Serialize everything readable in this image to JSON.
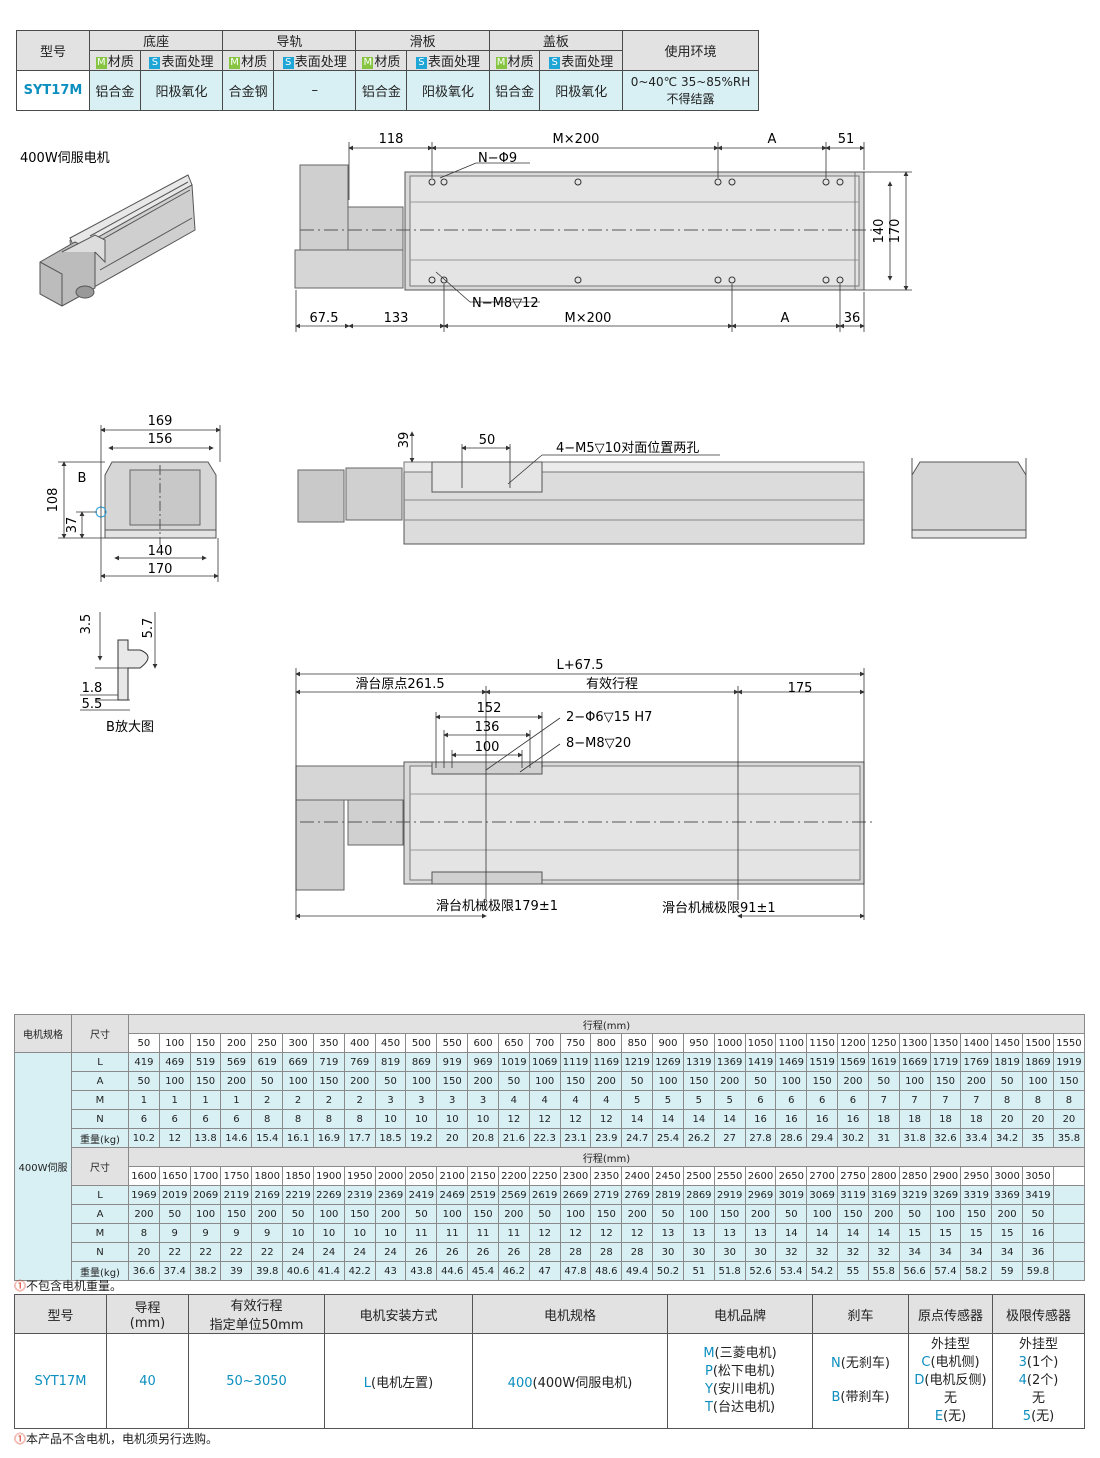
{
  "spec_table": {
    "headers": {
      "model": "型号",
      "base": "底座",
      "rail": "导轨",
      "slider": "滑板",
      "cover": "盖板",
      "env": "使用环境",
      "tag_m": "M",
      "tag_s": "S",
      "material": "材质",
      "surface": "表面处理"
    },
    "row": {
      "model": "SYT17M",
      "base_material": "铝合金",
      "base_surface": "阳极氧化",
      "rail_material": "合金钢",
      "rail_surface": "–",
      "slider_material": "铝合金",
      "slider_surface": "阳极氧化",
      "cover_material": "铝合金",
      "cover_surface": "阳极氧化",
      "env_line1": "0~40℃ 35~85%RH",
      "env_line2": "不得结露"
    }
  },
  "drawing": {
    "motor_caption": "400W伺服电机",
    "top_dims": {
      "d118": "118",
      "mx200_top": "M×200",
      "a_top": "A",
      "d51": "51",
      "n_phi9": "N−Φ9",
      "d140": "140",
      "d170": "170",
      "d67_5": "67.5",
      "d133": "133",
      "mx200_bot": "M×200",
      "a_bot": "A",
      "d36": "36",
      "n_m8": "N−M8▽12"
    },
    "side_dims": {
      "d169": "169",
      "d156": "156",
      "d108": "108",
      "d37": "37",
      "b": "B",
      "d140": "140",
      "d170": "170",
      "d39": "39",
      "d50": "50",
      "m5_note": "4−M5▽10对面位置两孔"
    },
    "detail_dims": {
      "d3_5": "3.5",
      "d5_7": "5.7",
      "d1_8": "1.8",
      "d5_5": "5.5",
      "caption": "B放大图"
    },
    "stroke_dims": {
      "l_plus": "L+67.5",
      "origin": "滑台原点261.5",
      "stroke": "有效行程",
      "d175": "175",
      "d152": "152",
      "d136": "136",
      "d100": "100",
      "phi6": "2−Φ6▽15 H7",
      "m8": "8−M8▽20",
      "limit_left": "滑台机械极限179±1",
      "limit_right": "滑台机械极限91±1"
    }
  },
  "dim_table": {
    "motor_spec_label": "电机规格",
    "size_label": "尺寸",
    "motor_value": "400W伺服",
    "stroke_label": "行程(mm)",
    "row_labels": [
      "L",
      "A",
      "M",
      "N",
      "重量(kg)"
    ],
    "block1": {
      "strokes": [
        "50",
        "100",
        "150",
        "200",
        "250",
        "300",
        "350",
        "400",
        "450",
        "500",
        "550",
        "600",
        "650",
        "700",
        "750",
        "800",
        "850",
        "900",
        "950",
        "1000",
        "1050",
        "1100",
        "1150",
        "1200",
        "1250",
        "1300",
        "1350",
        "1400",
        "1450",
        "1500",
        "1550"
      ],
      "L": [
        "419",
        "469",
        "519",
        "569",
        "619",
        "669",
        "719",
        "769",
        "819",
        "869",
        "919",
        "969",
        "1019",
        "1069",
        "1119",
        "1169",
        "1219",
        "1269",
        "1319",
        "1369",
        "1419",
        "1469",
        "1519",
        "1569",
        "1619",
        "1669",
        "1719",
        "1769",
        "1819",
        "1869",
        "1919"
      ],
      "A": [
        "50",
        "100",
        "150",
        "200",
        "50",
        "100",
        "150",
        "200",
        "50",
        "100",
        "150",
        "200",
        "50",
        "100",
        "150",
        "200",
        "50",
        "100",
        "150",
        "200",
        "50",
        "100",
        "150",
        "200",
        "50",
        "100",
        "150",
        "200",
        "50",
        "100",
        "150"
      ],
      "M": [
        "1",
        "1",
        "1",
        "1",
        "2",
        "2",
        "2",
        "2",
        "3",
        "3",
        "3",
        "3",
        "4",
        "4",
        "4",
        "4",
        "5",
        "5",
        "5",
        "5",
        "6",
        "6",
        "6",
        "6",
        "7",
        "7",
        "7",
        "7",
        "8",
        "8",
        "8"
      ],
      "N": [
        "6",
        "6",
        "6",
        "6",
        "8",
        "8",
        "8",
        "8",
        "10",
        "10",
        "10",
        "10",
        "12",
        "12",
        "12",
        "12",
        "14",
        "14",
        "14",
        "14",
        "16",
        "16",
        "16",
        "16",
        "18",
        "18",
        "18",
        "18",
        "20",
        "20",
        "20"
      ],
      "W": [
        "10.2",
        "12",
        "13.8",
        "14.6",
        "15.4",
        "16.1",
        "16.9",
        "17.7",
        "18.5",
        "19.2",
        "20",
        "20.8",
        "21.6",
        "22.3",
        "23.1",
        "23.9",
        "24.7",
        "25.4",
        "26.2",
        "27",
        "27.8",
        "28.6",
        "29.4",
        "30.2",
        "31",
        "31.8",
        "32.6",
        "33.4",
        "34.2",
        "35",
        "35.8"
      ]
    },
    "block2": {
      "strokes": [
        "1600",
        "1650",
        "1700",
        "1750",
        "1800",
        "1850",
        "1900",
        "1950",
        "2000",
        "2050",
        "2100",
        "2150",
        "2200",
        "2250",
        "2300",
        "2350",
        "2400",
        "2450",
        "2500",
        "2550",
        "2600",
        "2650",
        "2700",
        "2750",
        "2800",
        "2850",
        "2900",
        "2950",
        "3000",
        "3050"
      ],
      "L": [
        "1969",
        "2019",
        "2069",
        "2119",
        "2169",
        "2219",
        "2269",
        "2319",
        "2369",
        "2419",
        "2469",
        "2519",
        "2569",
        "2619",
        "2669",
        "2719",
        "2769",
        "2819",
        "2869",
        "2919",
        "2969",
        "3019",
        "3069",
        "3119",
        "3169",
        "3219",
        "3269",
        "3319",
        "3369",
        "3419"
      ],
      "A": [
        "200",
        "50",
        "100",
        "150",
        "200",
        "50",
        "100",
        "150",
        "200",
        "50",
        "100",
        "150",
        "200",
        "50",
        "100",
        "150",
        "200",
        "50",
        "100",
        "150",
        "200",
        "50",
        "100",
        "150",
        "200",
        "50",
        "100",
        "150",
        "200",
        "50"
      ],
      "M": [
        "8",
        "9",
        "9",
        "9",
        "9",
        "10",
        "10",
        "10",
        "10",
        "11",
        "11",
        "11",
        "11",
        "12",
        "12",
        "12",
        "12",
        "13",
        "13",
        "13",
        "13",
        "14",
        "14",
        "14",
        "14",
        "15",
        "15",
        "15",
        "15",
        "16"
      ],
      "N": [
        "20",
        "22",
        "22",
        "22",
        "22",
        "24",
        "24",
        "24",
        "24",
        "26",
        "26",
        "26",
        "26",
        "28",
        "28",
        "28",
        "28",
        "30",
        "30",
        "30",
        "30",
        "32",
        "32",
        "32",
        "32",
        "34",
        "34",
        "34",
        "34",
        "36"
      ],
      "W": [
        "36.6",
        "37.4",
        "38.2",
        "39",
        "39.8",
        "40.6",
        "41.4",
        "42.2",
        "43",
        "43.8",
        "44.6",
        "45.4",
        "46.2",
        "47",
        "47.8",
        "48.6",
        "49.4",
        "50.2",
        "51",
        "51.8",
        "52.6",
        "53.4",
        "54.2",
        "55",
        "55.8",
        "56.6",
        "57.4",
        "58.2",
        "59",
        "59.8"
      ]
    },
    "note": "不包含电机重量。"
  },
  "order_table": {
    "headers": {
      "model": "型号",
      "lead_line1": "导程",
      "lead_line2": "(mm)",
      "stroke_line1": "有效行程",
      "stroke_line2": "指定单位50mm",
      "mount": "电机安装方式",
      "spec": "电机规格",
      "brand": "电机品牌",
      "brake": "刹车",
      "origin": "原点传感器",
      "limit": "极限传感器"
    },
    "row": {
      "model": "SYT17M",
      "lead": "40",
      "stroke": "50~3050",
      "mount_code": "L",
      "mount_text": "(电机左置)",
      "spec_code": "400",
      "spec_text": "(400W伺服电机)",
      "brands": [
        {
          "code": "M",
          "text": "(三菱电机)"
        },
        {
          "code": "P",
          "text": "(松下电机)"
        },
        {
          "code": "Y",
          "text": "(安川电机)"
        },
        {
          "code": "T",
          "text": "(台达电机)"
        }
      ],
      "brakes": [
        {
          "code": "N",
          "text": "(无刹车)"
        },
        {
          "code": "B",
          "text": "(带刹车)"
        }
      ],
      "origin_type": "外挂型",
      "origin_c_code": "C",
      "origin_c_text": "(电机侧)",
      "origin_d_code": "D",
      "origin_d_text": "(电机反侧)",
      "origin_none": "无",
      "origin_e_code": "E",
      "origin_e_text": "(无)",
      "limit_type": "外挂型",
      "limit_3_code": "3",
      "limit_3_text": "(1个)",
      "limit_4_code": "4",
      "limit_4_text": "(2个)",
      "limit_none": "无",
      "limit_5_code": "5",
      "limit_5_text": "(无)"
    },
    "note": "本产品不含电机，电机须另行选购。",
    "warn_symbol": "!"
  }
}
